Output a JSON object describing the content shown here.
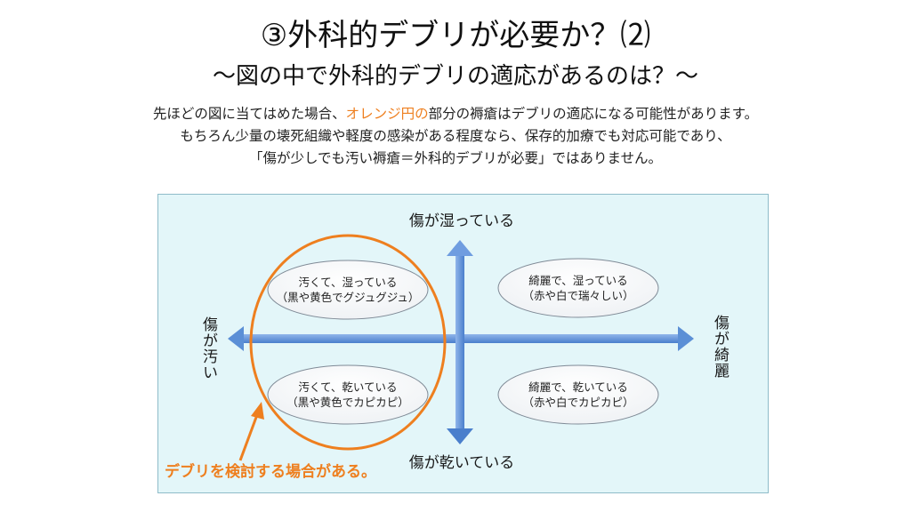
{
  "header": {
    "title": "③外科的デブリが必要か？⑵",
    "subtitle": "～図の中で外科的デブリの適応があるのは？～"
  },
  "body": {
    "line1_pre": "先ほどの図に当てはめた場合、",
    "line1_accent": "オレンジ円の",
    "line1_post": "部分の褥瘡はデブリの適応になる可能性があります。",
    "line2": "もちろん少量の壊死組織や軽度の感染がある程度なら、保存的加療でも対応可能であり、",
    "line3": "「傷が少しでも汚い褥瘡＝外科的デブリが必要」ではありません。"
  },
  "diagram": {
    "axis_top": "傷が湿っている",
    "axis_bottom": "傷が乾いている",
    "axis_left": "傷が汚い",
    "axis_right": "傷が綺麗",
    "quadrants": {
      "top_left": {
        "line1": "汚くて、湿っている",
        "line2": "（黒や黄色でグジュグジュ）"
      },
      "top_right": {
        "line1": "綺麗で、湿っている",
        "line2": "（赤や白で瑞々しい）"
      },
      "bottom_left": {
        "line1": "汚くて、乾いている",
        "line2": "（黒や黄色でカピカピ）"
      },
      "bottom_right": {
        "line1": "綺麗で、乾いている",
        "line2": "（赤や白でカピカピ）"
      }
    },
    "callout": "デブリを検討する場合がある。"
  },
  "colors": {
    "accent": "#ee7f1f",
    "panel_bg": "#e3f6f9",
    "arrow": "#5b8fd6"
  }
}
